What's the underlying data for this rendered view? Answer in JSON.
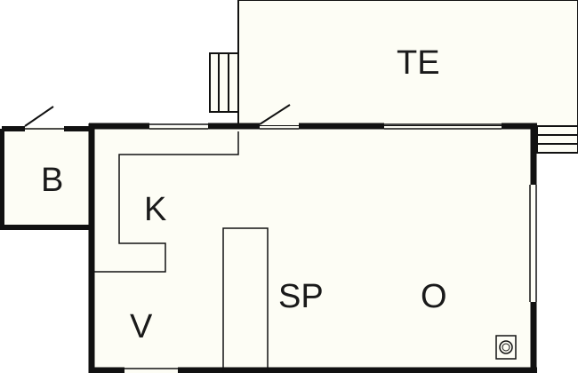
{
  "plan": {
    "fill_color": "#fdfdf5",
    "wall_color": "#111111",
    "rooms": {
      "terrace": "TE",
      "storage": "B",
      "kitchen": "K",
      "living": "SP",
      "bedroom": "O",
      "bath": "V"
    }
  }
}
